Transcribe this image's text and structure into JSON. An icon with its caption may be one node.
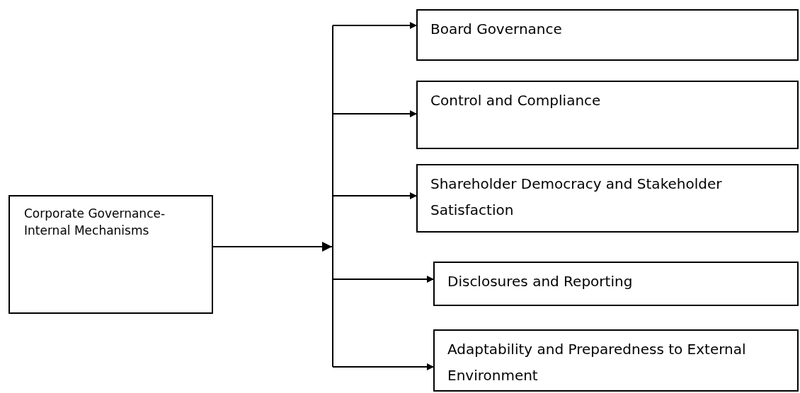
{
  "diagram": {
    "nodes": [
      {
        "text": [
          "Corporate Governance- Internal Mechanisms"
        ]
      },
      {
        "text": [
          "Board Governance"
        ]
      },
      {
        "text": [
          "Control and Compliance"
        ]
      },
      {
        "text": [
          "Shareholder Democracy and Stakeholder Satisfaction"
        ]
      },
      {
        "text": [
          "Disclosures and Reporting"
        ]
      },
      {
        "text": [
          "Adaptability and Preparedness to External Environment"
        ]
      }
    ],
    "edges": [
      {
        "from": 0,
        "to": 1,
        "arrow": "to"
      },
      {
        "from": 0,
        "to": 2,
        "arrow": "to"
      },
      {
        "from": 0,
        "to": 3,
        "arrow": "to"
      },
      {
        "from": 0,
        "to": 4,
        "arrow": "to"
      },
      {
        "from": 0,
        "to": 5,
        "arrow": "to"
      }
    ]
  }
}
